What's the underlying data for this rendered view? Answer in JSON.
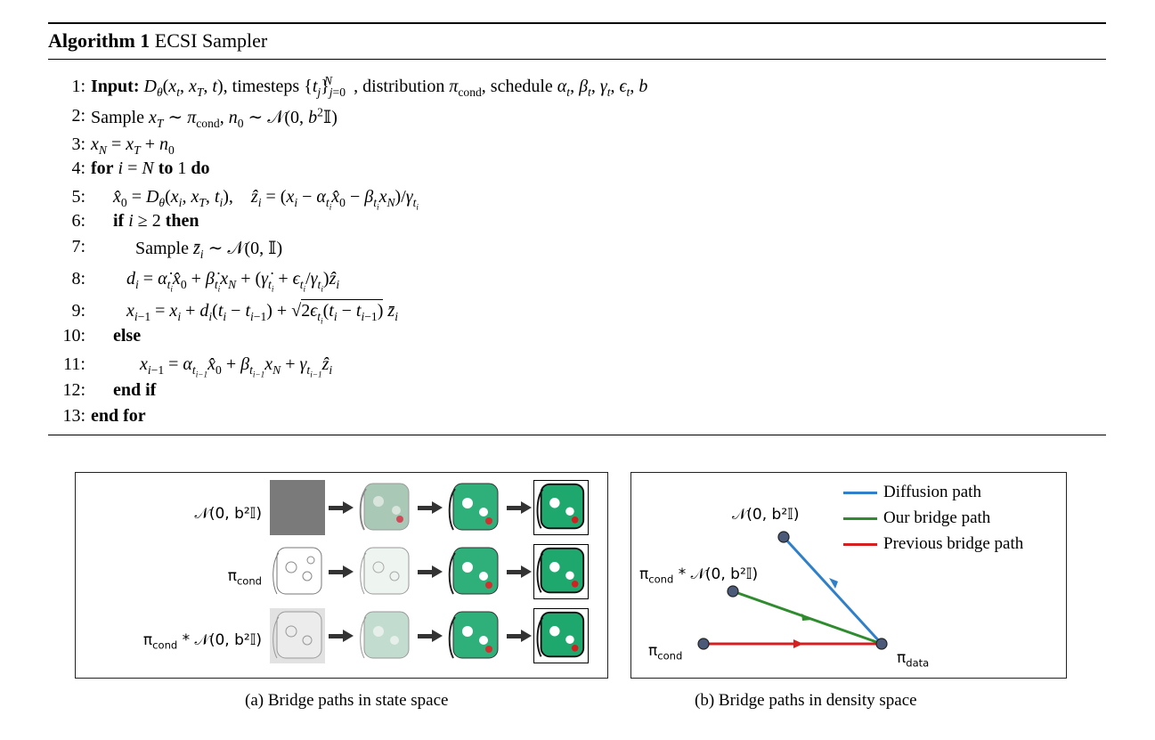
{
  "algorithm": {
    "number_label": "Algorithm 1",
    "title": "ECSI Sampler",
    "lines": [
      {
        "no": "1:"
      },
      {
        "no": "2:"
      },
      {
        "no": "3:"
      },
      {
        "no": "4:"
      },
      {
        "no": "5:"
      },
      {
        "no": "6:"
      },
      {
        "no": "7:"
      },
      {
        "no": "8:"
      },
      {
        "no": "9:"
      },
      {
        "no": "10:"
      },
      {
        "no": "11:"
      },
      {
        "no": "12:"
      },
      {
        "no": "13:"
      }
    ],
    "kw": {
      "input": "Input:",
      "for": "for",
      "to": "to",
      "do": "do",
      "if": "if",
      "then": "then",
      "else": "else",
      "end_if": "end if",
      "end_for": "end for"
    },
    "text": {
      "timesteps": "timesteps",
      "distribution": "distribution",
      "schedule": "schedule",
      "sample": "Sample"
    }
  },
  "figure_a": {
    "caption": "(a) Bridge paths in state space",
    "rows": [
      {
        "label": "𝒩(0, b²𝕀)"
      },
      {
        "label": "π_cond"
      },
      {
        "label": "π_cond * 𝒩(0, b²𝕀)"
      }
    ]
  },
  "figure_b": {
    "caption": "(b) Bridge paths in density space",
    "legend": [
      {
        "label": "Diffusion path",
        "color": "#2f80c8"
      },
      {
        "label": "Our bridge path",
        "color": "#2e8b2e"
      },
      {
        "label": "Previous bridge path",
        "color": "#d42020"
      }
    ],
    "nodes": {
      "noise": "𝒩(0, b²𝕀)",
      "mix": "π_cond * 𝒩(0, b²𝕀)",
      "cond": "π_cond",
      "data": "π_data"
    }
  }
}
